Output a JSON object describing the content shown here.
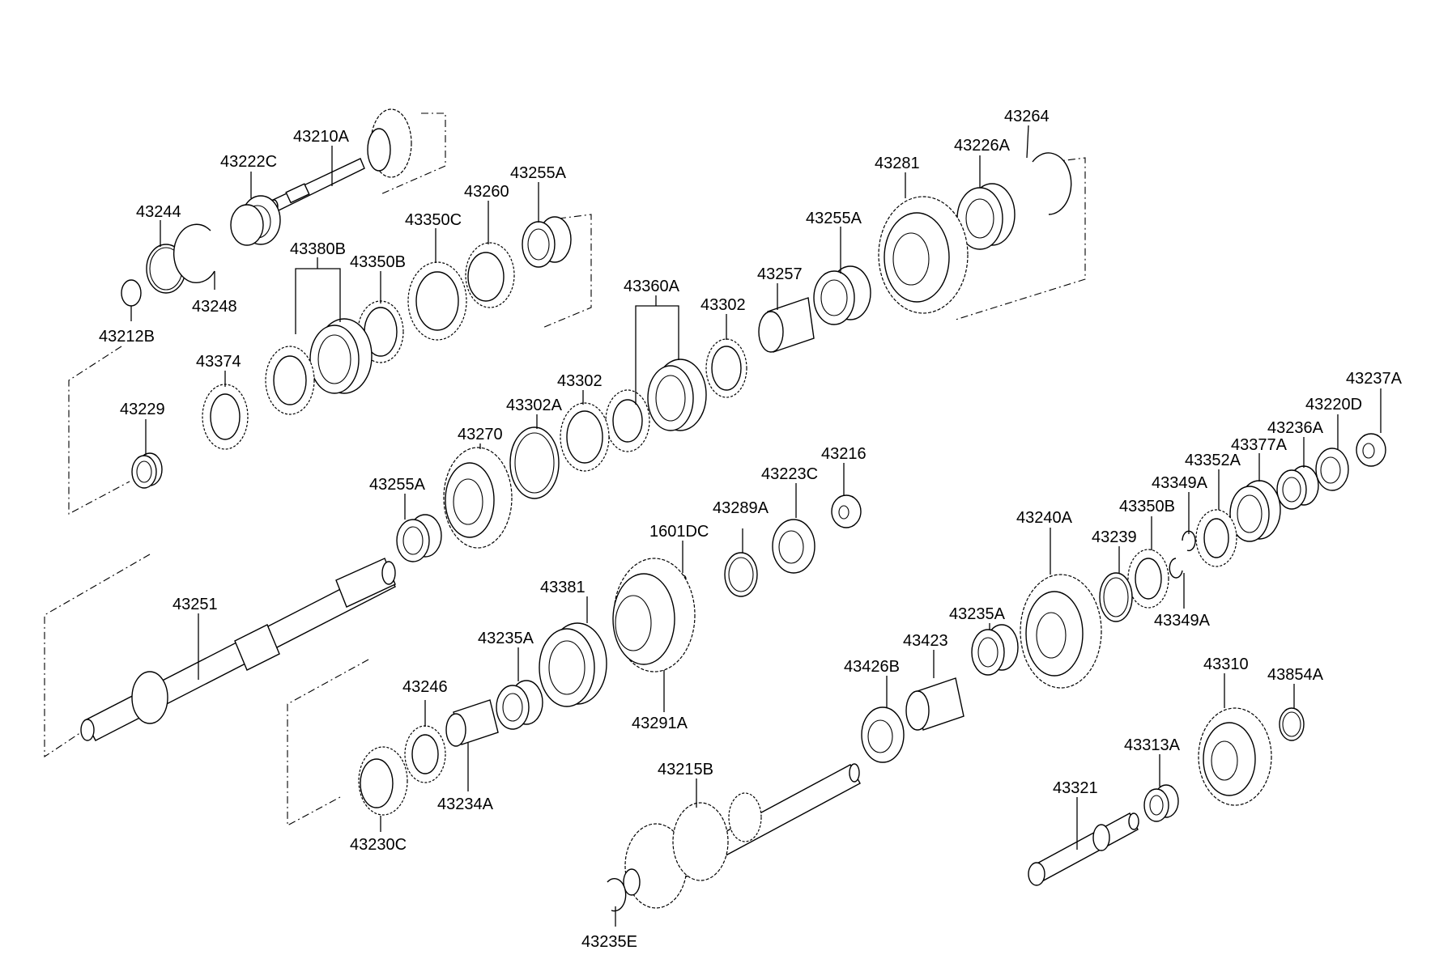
{
  "diagram": {
    "part_numbers": [
      "43210A",
      "43222C",
      "43244",
      "43248",
      "43212B",
      "43255A",
      "43260",
      "43350C",
      "43380B",
      "43350B",
      "43374",
      "43229",
      "43281",
      "43226A",
      "43264",
      "43255A",
      "43257",
      "43360A",
      "43302",
      "43302",
      "43302A",
      "43270",
      "43255A",
      "43251",
      "43237A",
      "43220D",
      "43236A",
      "43377A",
      "43352A",
      "43349A",
      "43350B",
      "43239",
      "43349A",
      "43240A",
      "43216",
      "43223C",
      "43289A",
      "1601DC",
      "43381",
      "43235A",
      "43291A",
      "43246",
      "43234A",
      "43230C",
      "43235A",
      "43423",
      "43426B",
      "43215B",
      "43235E",
      "43310",
      "43854A",
      "43313A",
      "43321"
    ]
  }
}
